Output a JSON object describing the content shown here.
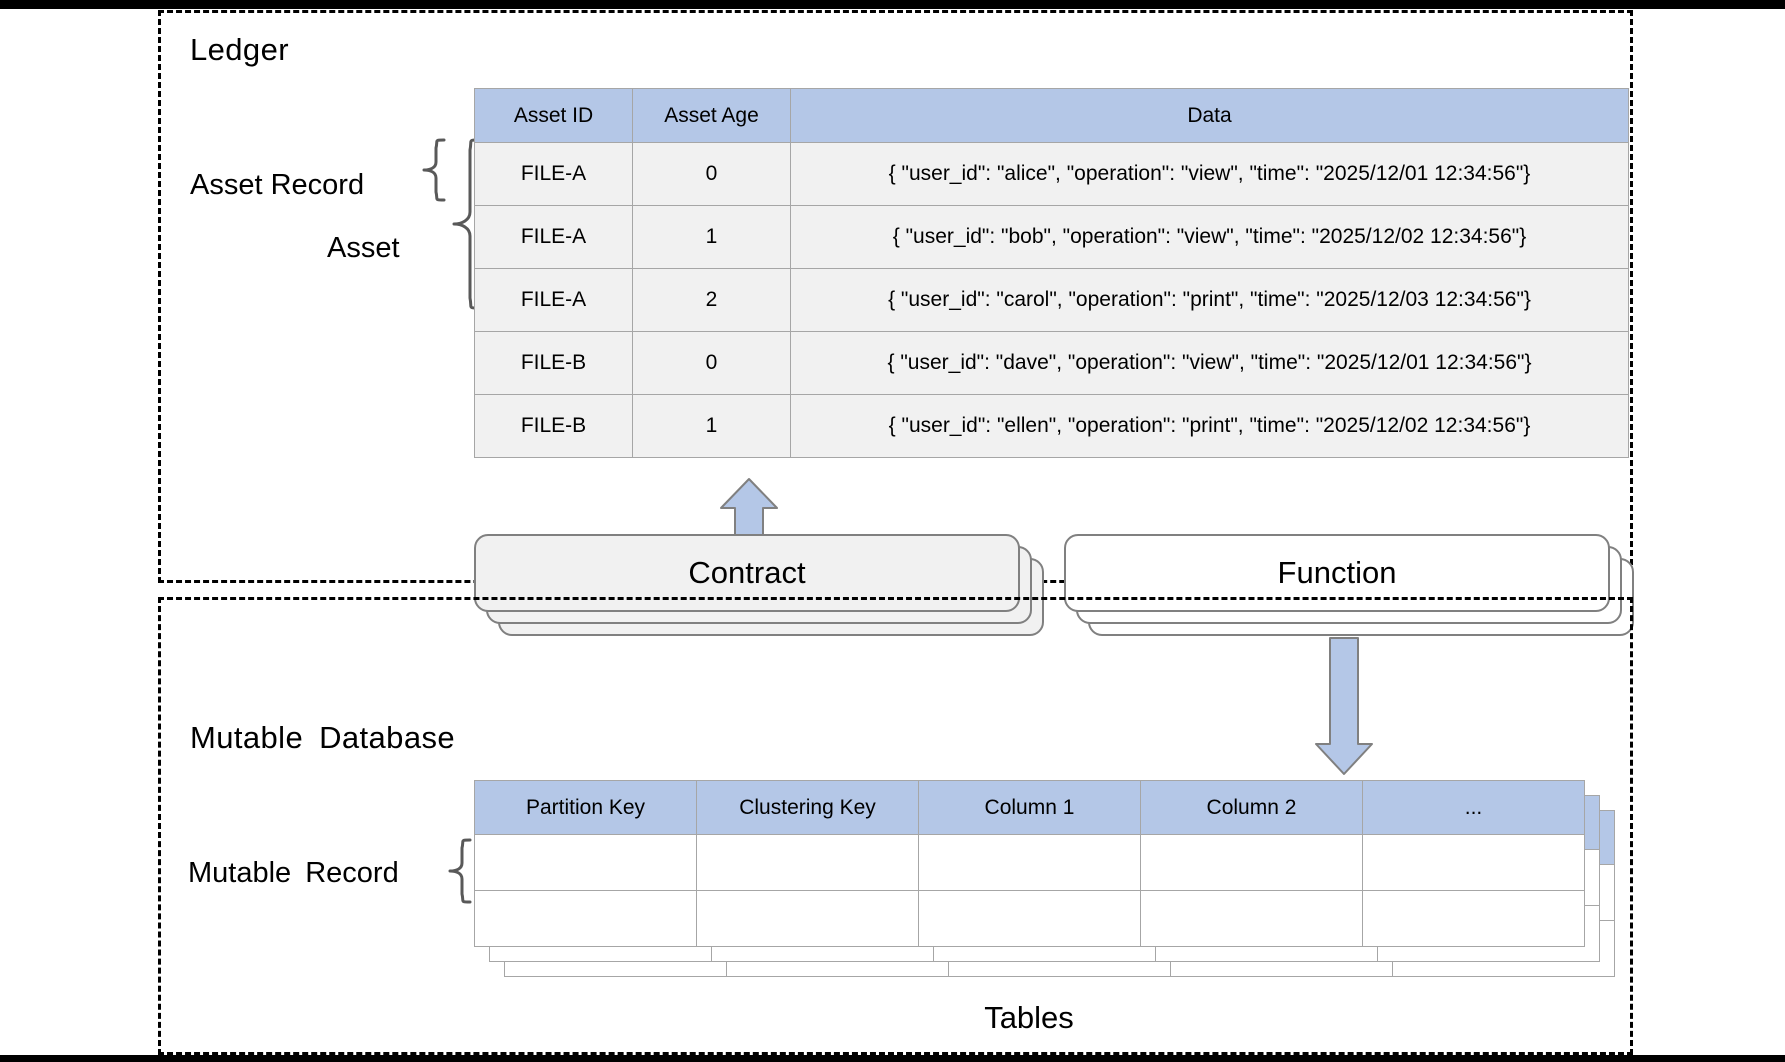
{
  "ledger": {
    "title": "Ledger",
    "group_labels": {
      "asset_record": "Asset Record",
      "asset": "Asset"
    },
    "table": {
      "headers": [
        "Asset ID",
        "Asset Age",
        "Data"
      ],
      "rows": [
        [
          "FILE-A",
          "0",
          "{ \"user_id\": \"alice\", \"operation\": \"view\", \"time\": \"2025/12/01 12:34:56\"}"
        ],
        [
          "FILE-A",
          "1",
          "{ \"user_id\": \"bob\", \"operation\": \"view\", \"time\": \"2025/12/02 12:34:56\"}"
        ],
        [
          "FILE-A",
          "2",
          "{ \"user_id\": \"carol\", \"operation\": \"print\", \"time\": \"2025/12/03 12:34:56\"}"
        ],
        [
          "FILE-B",
          "0",
          "{ \"user_id\": \"dave\", \"operation\": \"view\", \"time\": \"2025/12/01 12:34:56\"}"
        ],
        [
          "FILE-B",
          "1",
          "{ \"user_id\": \"ellen\", \"operation\": \"print\", \"time\": \"2025/12/02 12:34:56\"}"
        ]
      ]
    },
    "contract": {
      "label": "Contract"
    },
    "function": {
      "label": "Function"
    }
  },
  "mutable_database": {
    "title": "Mutable Database",
    "group_labels": {
      "mutable_record": "Mutable Record"
    },
    "table": {
      "headers": [
        "Partition Key",
        "Clustering Key",
        "Column 1",
        "Column 2",
        "..."
      ],
      "rows": [
        [
          "",
          "",
          "",
          "",
          ""
        ],
        [
          "",
          "",
          "",
          "",
          ""
        ]
      ]
    },
    "caption": "Tables"
  },
  "icons": {
    "arrow_up": "arrow-up-icon",
    "arrow_down": "arrow-down-icon",
    "brace_asset_record": "curly-brace-icon",
    "brace_asset": "curly-brace-icon",
    "brace_mutable_record": "curly-brace-icon"
  },
  "colors": {
    "header_blue": "#b4c7e7",
    "arrow_blue": "#b4c7e7",
    "arrow_border": "#808080",
    "cell_gray": "#f1f1f1",
    "grid_line": "#a6a6a6",
    "panel_border": "#000000"
  }
}
